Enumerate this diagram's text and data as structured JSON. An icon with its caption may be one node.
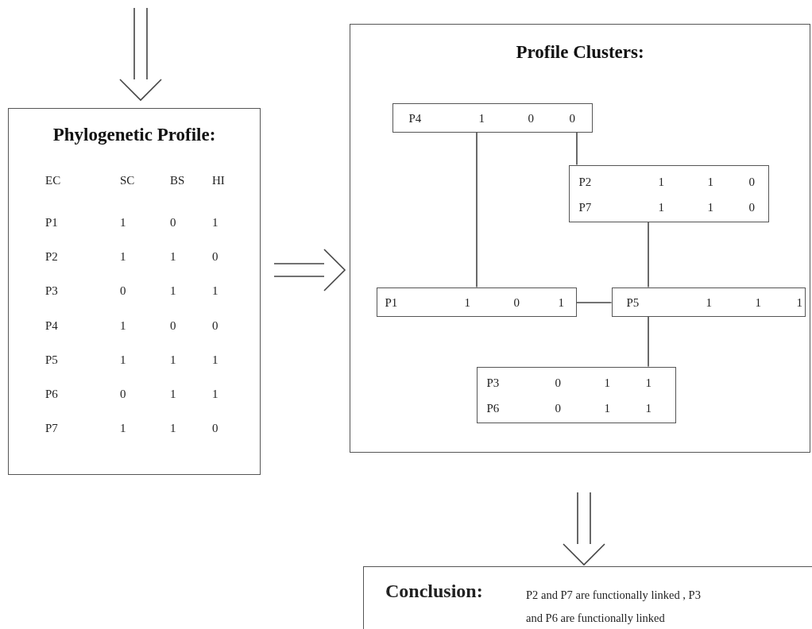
{
  "diagram": {
    "nodes": [
      {
        "text": [
          "Phylogenetic Profile:"
        ]
      },
      {
        "text": [
          "Profile Clusters:"
        ]
      },
      {
        "text": [
          "P4",
          "1",
          "0",
          "0"
        ],
        "in": 1
      },
      {
        "text": [
          "P2",
          "1",
          "1",
          "0",
          "P7",
          "1",
          "1",
          "0"
        ],
        "in": 1
      },
      {
        "text": [
          "P1",
          "1",
          "0",
          "1"
        ],
        "in": 1
      },
      {
        "text": [
          "P5",
          "1",
          "1",
          "1"
        ],
        "in": 1
      },
      {
        "text": [
          "P3",
          "0",
          "1",
          "1",
          "P6",
          "0",
          "1",
          "1"
        ],
        "in": 1
      },
      {
        "text": [
          "Conclusion:",
          "P2 and P7 are functionally linked , P3 and P6 are functionally linked"
        ]
      }
    ],
    "edges": [
      {
        "from": null,
        "to": 0,
        "arrow": "to"
      },
      {
        "from": 0,
        "to": 1,
        "arrow": "to"
      },
      {
        "from": 1,
        "to": 7,
        "arrow": "to"
      },
      {
        "from": 2,
        "to": 4,
        "arrow": "none"
      },
      {
        "from": 2,
        "to": 3,
        "arrow": "none"
      },
      {
        "from": 3,
        "to": 5,
        "arrow": "none"
      },
      {
        "from": 4,
        "to": 5,
        "arrow": "none"
      },
      {
        "from": 5,
        "to": 6,
        "arrow": "none"
      }
    ],
    "labels": [
      "EC",
      "SC",
      "BS",
      "HI",
      "P1",
      "1",
      "0",
      "1",
      "P2",
      "1",
      "1",
      "0",
      "P3",
      "0",
      "1",
      "1",
      "P4",
      "1",
      "0",
      "0",
      "P5",
      "1",
      "1",
      "1",
      "P6",
      "0",
      "1",
      "1",
      "P7",
      "1",
      "1",
      "0"
    ]
  }
}
